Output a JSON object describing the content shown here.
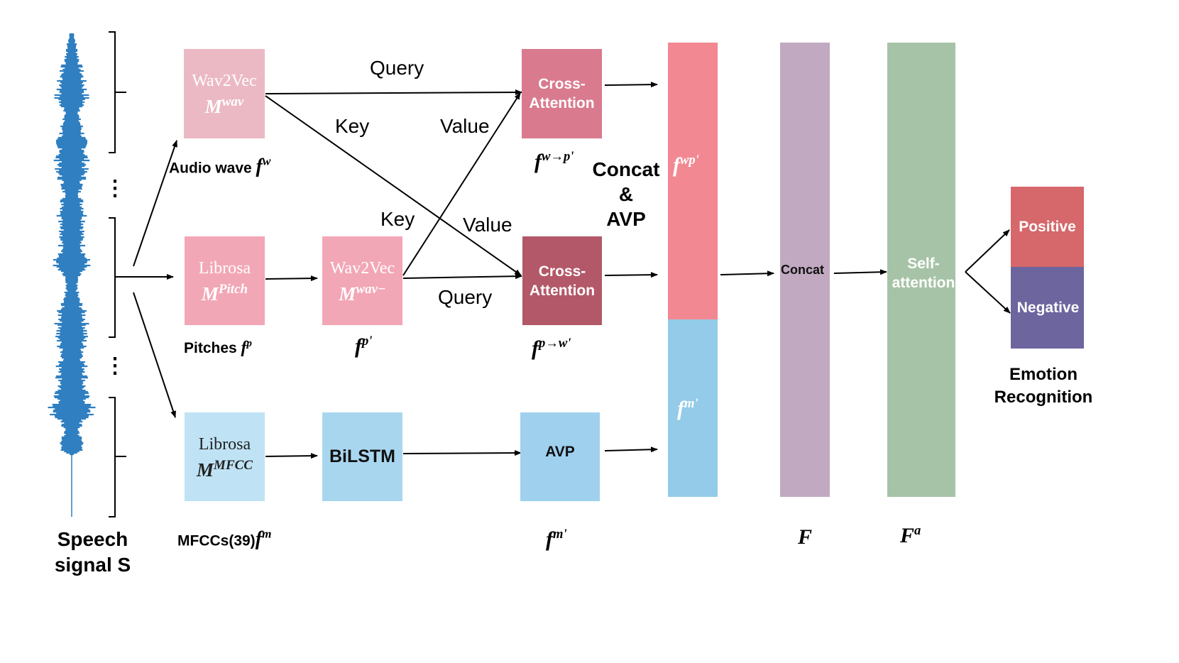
{
  "colors": {
    "wave": "#2f7fc1",
    "wav2vec_audio": "#ebb9c4",
    "librosa_pitch": "#f2a7b6",
    "wav2vec_pitch": "#f2a7b6",
    "librosa_mfcc": "#bfe3f5",
    "bilstm": "#a9d6ef",
    "avp": "#9fd1ee",
    "cross_attention_top": "#d97a8e",
    "cross_attention_bottom": "#b35868",
    "concat_pink": "#f28892",
    "concat_blue": "#93cbe8",
    "concat_col": "#c1a9c1",
    "self_attention_col": "#a7c3a7",
    "positive": "#d6676a",
    "negative": "#6c659e"
  },
  "input": {
    "label_line1": "Speech",
    "label_line2": "signal S",
    "dots": "⋮"
  },
  "boxes": {
    "wav2vec_audio": {
      "title": "Wav2Vec",
      "var": "M",
      "sup": "wav"
    },
    "librosa_pitch": {
      "title": "Librosa",
      "var": "M",
      "sup": "Pitch"
    },
    "wav2vec_pitch": {
      "title": "Wav2Vec",
      "var": "M",
      "sup": "wav−"
    },
    "librosa_mfcc": {
      "title": "Librosa",
      "var": "M",
      "sup": "MFCC"
    },
    "bilstm": {
      "title": "BiLSTM"
    },
    "cross_attention_top": {
      "line1": "Cross-",
      "line2": "Attention"
    },
    "cross_attention_bottom": {
      "line1": "Cross-",
      "line2": "Attention"
    },
    "avp": {
      "title": "AVP"
    }
  },
  "labels": {
    "audio_wave": {
      "text": "Audio wave ",
      "var": "f",
      "sup": "w"
    },
    "pitches": {
      "text": "Pitches ",
      "var": "f",
      "sup": "p"
    },
    "mfccs": {
      "text": "MFCCs(39)",
      "var": "f",
      "sup": "m"
    },
    "fp_prime": {
      "var": "f",
      "sup": "p'"
    },
    "fwp_arrow": {
      "var": "f",
      "sup": "w→p'"
    },
    "fpw_arrow": {
      "var": "f",
      "sup": "p→w'"
    },
    "fm_prime": {
      "var": "f",
      "sup": "m'"
    },
    "F": {
      "var": "F"
    },
    "Fa": {
      "var": "F",
      "sup": "a"
    }
  },
  "edges": {
    "query_top": "Query",
    "key_top": "Key",
    "value_top": "Value",
    "key_mid": "Key",
    "value_mid": "Value",
    "query_mid": "Query"
  },
  "fusion": {
    "line1": "Concat",
    "line2": "&",
    "line3": "AVP",
    "fwp": {
      "var": "f",
      "sup": "wp'"
    },
    "fm": {
      "var": "f",
      "sup": "m'"
    }
  },
  "concat_column": {
    "label": "Concat"
  },
  "self_attention_column": {
    "line1": "Self-",
    "line2": "attention"
  },
  "output": {
    "positive": "Positive",
    "negative": "Negative",
    "title_line1": "Emotion",
    "title_line2": "Recognition"
  }
}
